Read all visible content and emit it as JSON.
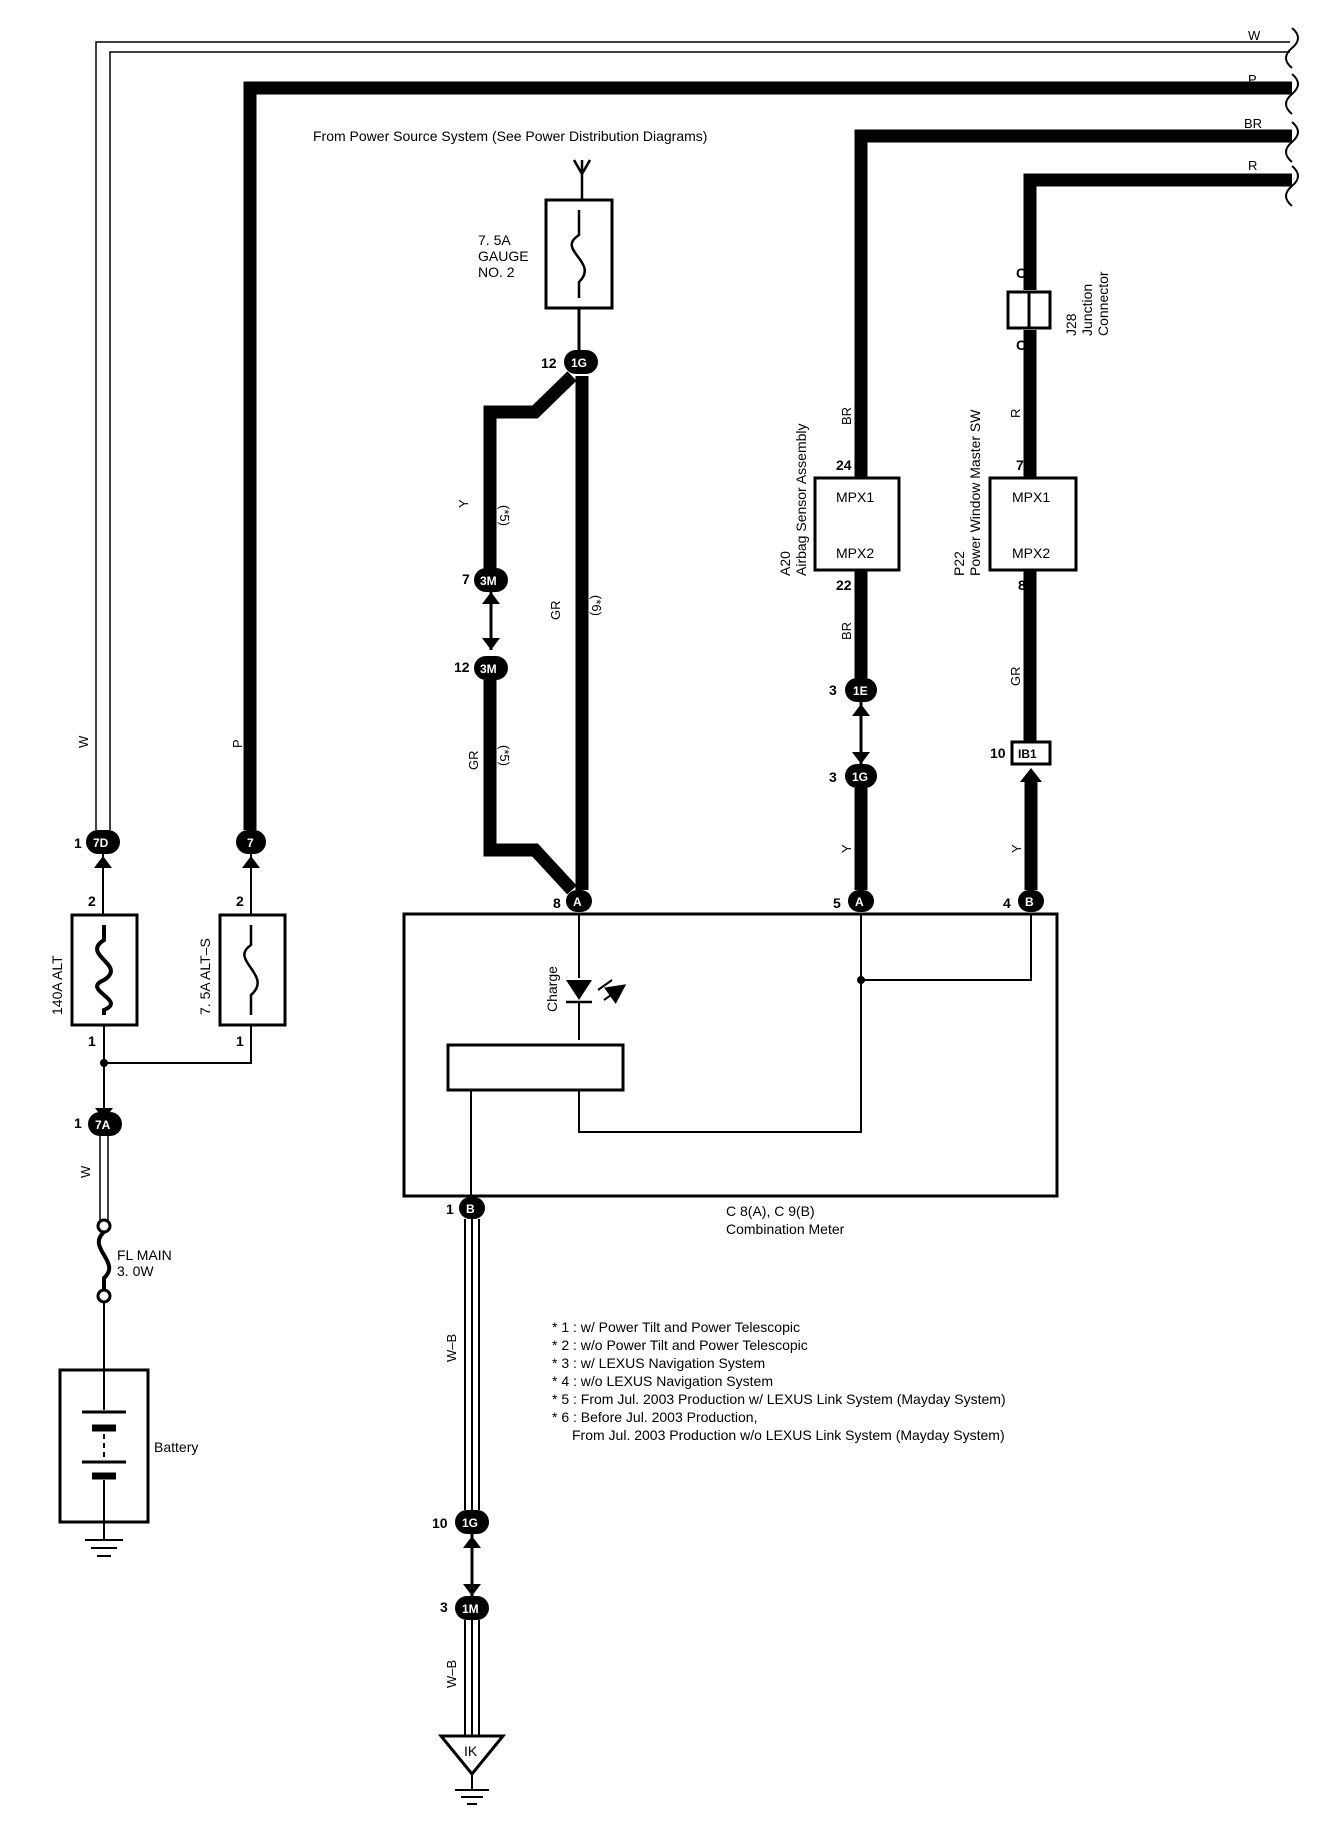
{
  "source": {
    "text": "From Power Source System (See Power Distribution Diagrams)"
  },
  "fuses": {
    "gauge_amp": "7. 5A",
    "gauge_name_1": "GAUGE",
    "gauge_name_2": "NO. 2",
    "alt_main": "140A ALT",
    "alt_s": "7. 5A ALT–S",
    "fl_main_1": "FL MAIN",
    "fl_main_2": "3. 0W"
  },
  "wires": {
    "w": "W",
    "p": "P",
    "br": "BR",
    "r": "R",
    "y": "Y",
    "gr": "GR",
    "wb": "W–B",
    "note_5": "(*5)",
    "note_6": "(*6)"
  },
  "connectors": {
    "c_7d": "7D",
    "c_7": "7",
    "c_7a": "7A",
    "c_1g": "1G",
    "c_3m": "3M",
    "c_1e": "1E",
    "c_ib1": "IB1",
    "c_1m": "1M",
    "c_a": "A",
    "c_b": "B",
    "c_ik": "IK"
  },
  "pins": {
    "p1": "1",
    "p2": "2",
    "p3": "3",
    "p4": "4",
    "p5": "5",
    "p7": "7",
    "p8": "8",
    "p10": "10",
    "p12": "12",
    "p22": "22",
    "p24": "24",
    "p_c": "C"
  },
  "components": {
    "airbag_id": "A20",
    "airbag_name": "Airbag Sensor Assembly",
    "pw_id": "P22",
    "pw_name": "Power Window Master SW",
    "mpx1": "MPX1",
    "mpx2": "MPX2",
    "junction_id": "J28",
    "junction_name_1": "Junction",
    "junction_name_2": "Connector",
    "meter_id": "C 8(A), C 9(B)",
    "meter_name": "Combination Meter",
    "charge": "Charge",
    "battery": "Battery"
  },
  "notes": [
    "* 1 : w/ Power Tilt and Power Telescopic",
    "* 2 : w/o Power Tilt and Power Telescopic",
    "* 3 : w/ LEXUS Navigation System",
    "* 4 : w/o LEXUS Navigation System",
    "* 5 : From Jul. 2003 Production w/ LEXUS Link System (Mayday System)",
    "* 6 : Before Jul. 2003 Production,",
    "From Jul. 2003 Production w/o LEXUS Link System (Mayday System)"
  ]
}
